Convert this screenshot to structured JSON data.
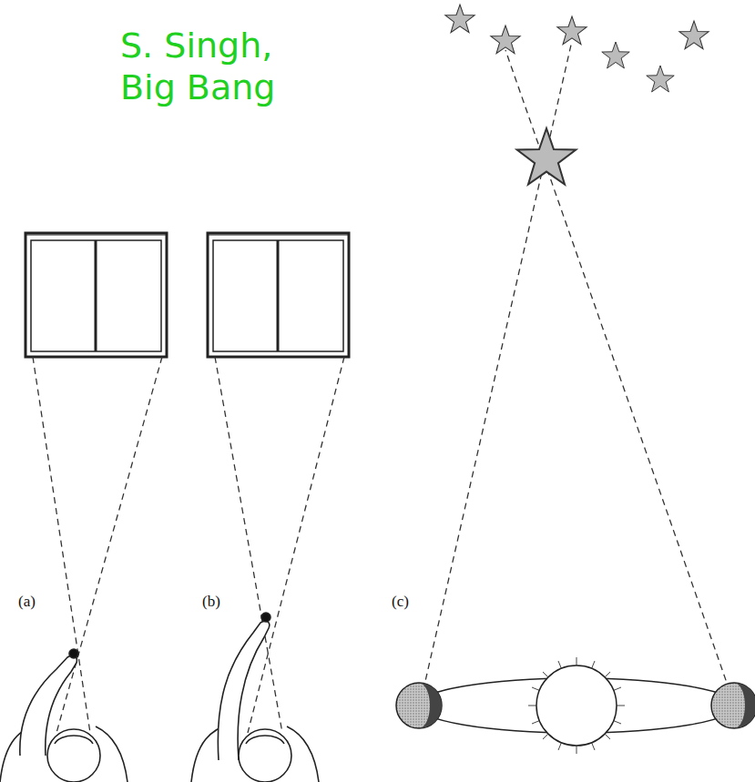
{
  "diagram": {
    "labels": [
      "S. Singh, Big Bang",
      "(a)",
      "(b)",
      "(c)"
    ]
  }
}
